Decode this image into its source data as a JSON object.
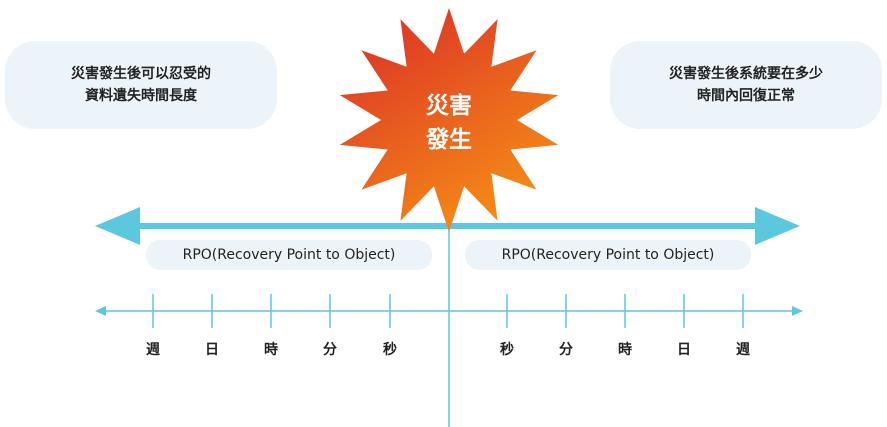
{
  "left_bubble": {
    "line1": "災害發生後可以忍受的",
    "line2": "資料遺失時間長度"
  },
  "right_bubble": {
    "line1": "災害發生後系統要在多少",
    "line2": "時間內回復正常"
  },
  "burst": {
    "line1": "災害",
    "line2": "發生"
  },
  "pill_left": "RPO(Recovery Point to Object)",
  "pill_right": "RPO(Recovery Point to Object)",
  "ticks_left": [
    "週",
    "日",
    "時",
    "分",
    "秒"
  ],
  "ticks_right": [
    "秒",
    "分",
    "時",
    "日",
    "週"
  ],
  "colors": {
    "arrow": "#5bc8dd",
    "thin_axis": "#5bc8dd",
    "burst_top": "#e03a2a",
    "burst_bottom": "#f28a12"
  }
}
